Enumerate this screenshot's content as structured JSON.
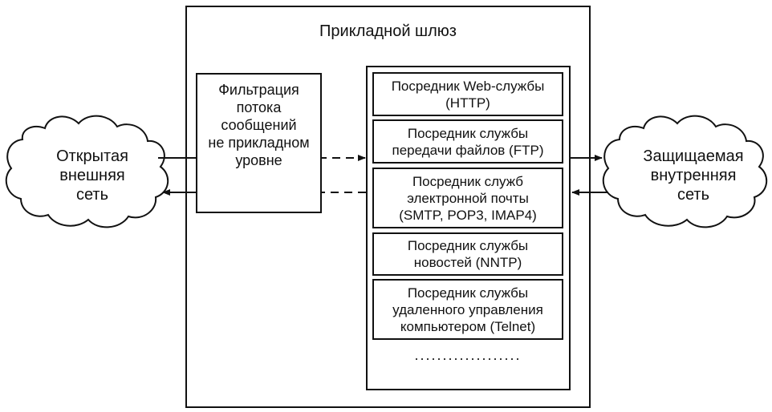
{
  "gateway": {
    "title": "Прикладной шлюз"
  },
  "filter": {
    "text": "Фильтрация\nпотока сообщений\nне прикладном\nуровне"
  },
  "external_network": {
    "label": "Открытая\nвнешняя\nсеть"
  },
  "internal_network": {
    "label": "Защищаемая\nвнутренняя\nсеть"
  },
  "proxies": [
    {
      "label": "Посредник Web-службы\n(HTTP)"
    },
    {
      "label": "Посредник службы\nпередачи файлов (FTP)"
    },
    {
      "label": "Посредник служб\nэлектронной почты\n(SMTP, POP3, IMAP4)"
    },
    {
      "label": "Посредник службы\nновостей (NNTP)"
    },
    {
      "label": "Посредник службы\nудаленного управления\nкомпьютером (Telnet)"
    }
  ],
  "more_indicator": "..................."
}
